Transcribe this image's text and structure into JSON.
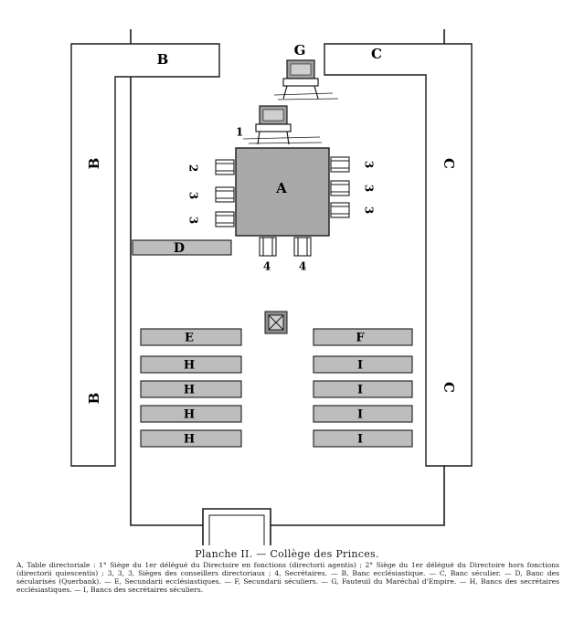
{
  "plate": {
    "title": "Planche II. — Collège des Princes.",
    "caption": "A, Table directoriale : 1° Siège du 1er délégué du Directoire en fonctions (directorii agentis) ; 2° Siège du 1er délégué du Directoire hors fonctions (directorii quiescentis) ; 3, 3, 3, Sièges des conseillers directoriaux ; 4, Secrétaires. — B, Banc ecclésiastique. — C, Banc séculier. — D, Banc des sécularisés (Querbank). — E, Secundarii ecclésiastiques. — F, Secundarii séculiers. — G, Fauteuil du Maréchal d'Empire. — H, Bancs des secrétaires ecclésiastiques. — I, Bancs des secrétaires séculiers."
  },
  "labels": {
    "b_top": "B",
    "b_mid": "B",
    "b_low": "B",
    "c_top": "C",
    "c_mid": "C",
    "c_low": "C",
    "g": "G",
    "a": "A",
    "d": "D",
    "e": "E",
    "f": "F",
    "h": "H",
    "i": "I",
    "seat1": "1",
    "seat2": "2",
    "seat3": "3",
    "seat4": "4"
  },
  "colors": {
    "ink": "#1a1a1a",
    "shade": "#bdbdbd",
    "table": "#a9a9a9"
  }
}
